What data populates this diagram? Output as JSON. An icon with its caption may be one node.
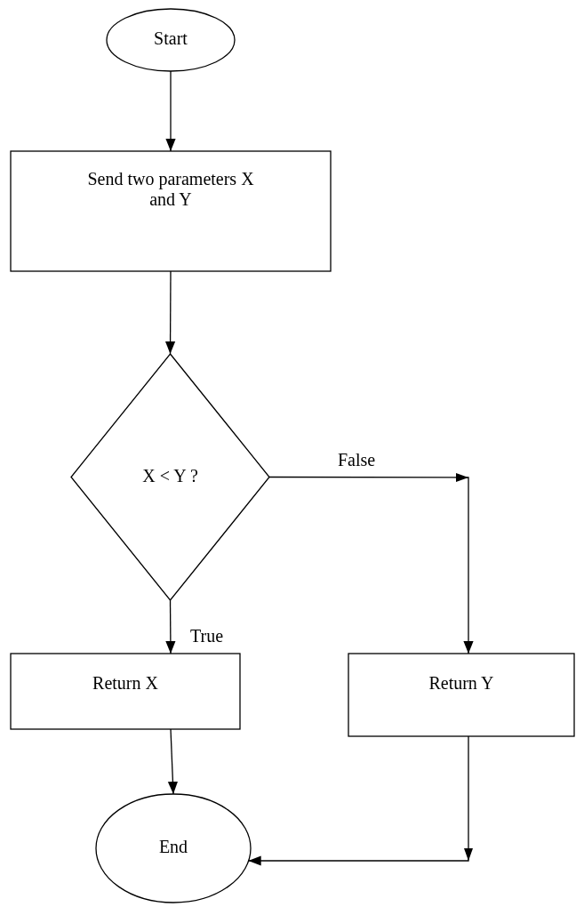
{
  "diagram": {
    "nodes": [
      {
        "text": [
          "Start"
        ]
      },
      {
        "text": [
          "Send two parameters X and Y"
        ]
      },
      {
        "text": [
          "X < Y ?"
        ]
      },
      {
        "text": [
          "Return X"
        ]
      },
      {
        "text": [
          "Return Y"
        ]
      },
      {
        "text": [
          "End"
        ]
      }
    ],
    "edges": [
      {
        "from": 0,
        "to": 1,
        "arrow": "to"
      },
      {
        "from": 1,
        "to": 2,
        "arrow": "to"
      },
      {
        "from": 2,
        "to": 4,
        "arrow": "to",
        "label": "False"
      },
      {
        "from": 2,
        "to": 3,
        "arrow": "to",
        "label": "True"
      },
      {
        "from": 3,
        "to": 5,
        "arrow": "to"
      },
      {
        "from": 4,
        "to": 5,
        "arrow": "to"
      }
    ]
  }
}
